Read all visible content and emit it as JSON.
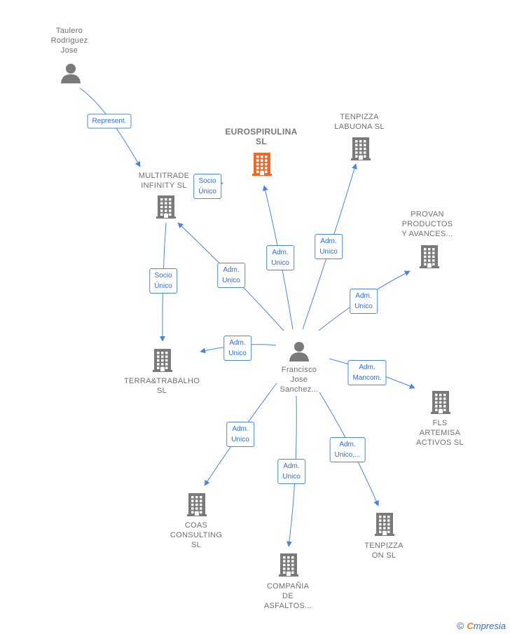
{
  "colors": {
    "edge": "#4a86d6",
    "company": "#7a7a7a",
    "highlight": "#f0672a",
    "person": "#7a7a7a"
  },
  "nodes": [
    {
      "id": "taulero",
      "kind": "person",
      "lines": [
        "Taulero",
        "Rodriguez",
        "Jose"
      ]
    },
    {
      "id": "eurospirulina",
      "kind": "company-highlight",
      "lines": [
        "EUROSPIRULINA",
        "SL"
      ]
    },
    {
      "id": "tenpizza-labuona",
      "kind": "company",
      "lines": [
        "TENPIZZA",
        "LABUONA SL"
      ]
    },
    {
      "id": "multitrade",
      "kind": "company",
      "lines": [
        "MULTITRADE",
        "INFINITY  SL"
      ]
    },
    {
      "id": "provan",
      "kind": "company",
      "lines": [
        "PROVAN",
        "PRODUCTOS",
        "Y AVANCES..."
      ]
    },
    {
      "id": "terra",
      "kind": "company",
      "lines": [
        "TERRA&TRABALHO",
        "SL"
      ]
    },
    {
      "id": "francisco",
      "kind": "person",
      "lines": [
        "Francisco",
        "Jose",
        "Sanchez..."
      ]
    },
    {
      "id": "fls",
      "kind": "company",
      "lines": [
        "FLS",
        "ARTEMISA",
        "ACTIVOS  SL"
      ]
    },
    {
      "id": "coas",
      "kind": "company",
      "lines": [
        "COAS",
        "CONSULTING",
        "SL"
      ]
    },
    {
      "id": "tenpizza-on",
      "kind": "company",
      "lines": [
        "TENPIZZA",
        "ON SL"
      ]
    },
    {
      "id": "compania",
      "kind": "company",
      "lines": [
        "COMPAÑIA",
        "DE",
        "ASFALTOS..."
      ]
    }
  ],
  "edges": [
    {
      "from": "taulero",
      "to": "multitrade",
      "label": [
        "Represent."
      ]
    },
    {
      "from": "francisco",
      "to": "multitrade",
      "label": [
        "Socio",
        "Único"
      ]
    },
    {
      "from": "multitrade",
      "to": "terra",
      "label": [
        "Socio",
        "Único"
      ]
    },
    {
      "from": "francisco",
      "to": "multitrade",
      "label": [
        "Adm.",
        "Unico"
      ]
    },
    {
      "from": "francisco",
      "to": "eurospirulina",
      "label": [
        "Adm.",
        "Unico"
      ]
    },
    {
      "from": "francisco",
      "to": "tenpizza-labuona",
      "label": [
        "Adm.",
        "Unico"
      ]
    },
    {
      "from": "francisco",
      "to": "provan",
      "label": [
        "Adm.",
        "Unico"
      ]
    },
    {
      "from": "francisco",
      "to": "terra",
      "label": [
        "Adm.",
        "Unico"
      ]
    },
    {
      "from": "francisco",
      "to": "fls",
      "label": [
        "Adm.",
        "Mancom."
      ]
    },
    {
      "from": "francisco",
      "to": "coas",
      "label": [
        "Adm.",
        "Unico"
      ]
    },
    {
      "from": "francisco",
      "to": "compania",
      "label": [
        "Adm.",
        "Unico"
      ]
    },
    {
      "from": "francisco",
      "to": "tenpizza-on",
      "label": [
        "Adm.",
        "Unico,..."
      ]
    }
  ],
  "footer": {
    "copyright": "©",
    "brand_first": "C",
    "brand_rest": "mpresia"
  }
}
